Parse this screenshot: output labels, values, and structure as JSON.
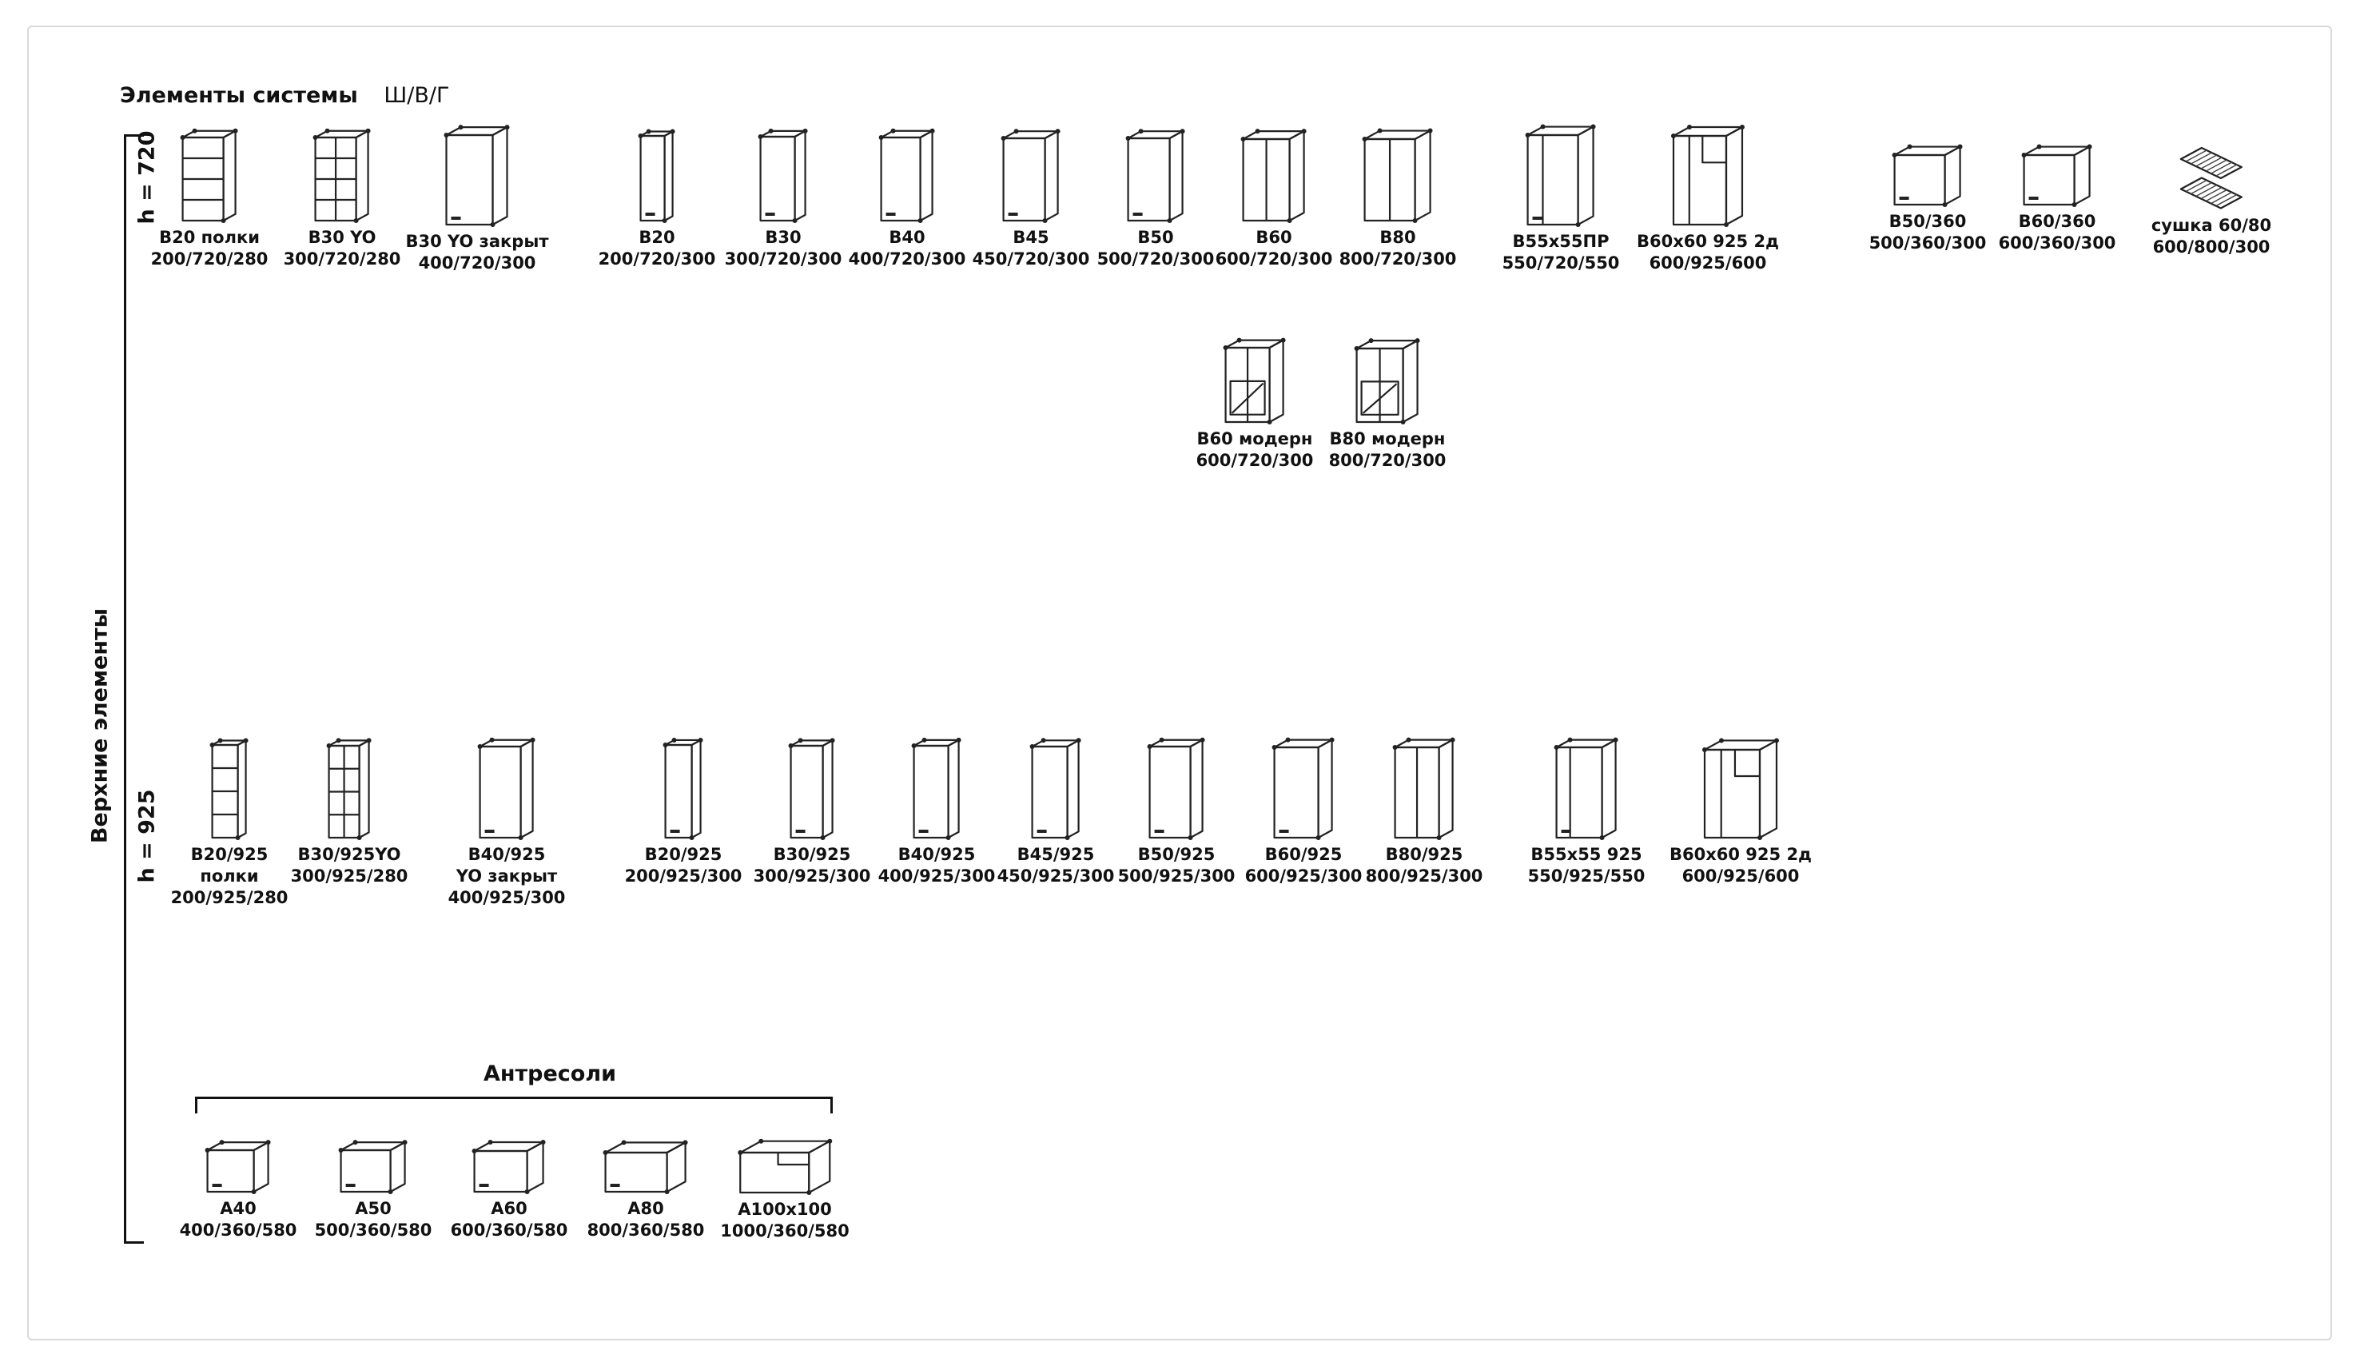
{
  "header": {
    "title": "Элементы системы",
    "units": "Ш/В/Г"
  },
  "side_label": "Верхние элементы",
  "row_labels": {
    "h720": "h = 720",
    "h925": "h = 925"
  },
  "antresoli_title": "Антресоли",
  "rows": {
    "h720": [
      {
        "icon": "open-shelf-icon",
        "name": "В20 полки",
        "dims": "200/720/280"
      },
      {
        "icon": "corner-end-shelf-icon",
        "name": "В30 YO",
        "dims": "300/720/280"
      },
      {
        "icon": "corner-end-closed-cabinet-icon",
        "name": "В30 YO закрыт",
        "dims": "400/720/300"
      },
      {
        "icon": "wall-cabinet-icon",
        "name": "В20",
        "dims": "200/720/300"
      },
      {
        "icon": "wall-cabinet-icon",
        "name": "В30",
        "dims": "300/720/300"
      },
      {
        "icon": "wall-cabinet-icon",
        "name": "В40",
        "dims": "400/720/300"
      },
      {
        "icon": "wall-cabinet-icon",
        "name": "В45",
        "dims": "450/720/300"
      },
      {
        "icon": "wall-cabinet-icon",
        "name": "В50",
        "dims": "500/720/300"
      },
      {
        "icon": "double-door-cabinet-icon",
        "name": "В60",
        "dims": "600/720/300"
      },
      {
        "icon": "double-door-cabinet-icon",
        "name": "В80",
        "dims": "800/720/300"
      },
      {
        "icon": "corner-angled-cabinet-icon",
        "name": "В55х55ПР",
        "dims": "550/720/550"
      },
      {
        "icon": "corner-l-cabinet-icon",
        "name": "В60х60 925 2д",
        "dims": "600/925/600"
      },
      {
        "icon": "low-cabinet-icon",
        "name": "В50/360",
        "dims": "500/360/300"
      },
      {
        "icon": "low-cabinet-icon",
        "name": "В60/360",
        "dims": "600/360/300"
      },
      {
        "icon": "dish-rack-icon",
        "name": "сушка 60/80",
        "dims": "600/800/300"
      }
    ],
    "modern": [
      {
        "icon": "glass-door-cabinet-icon",
        "name": "В60 модерн",
        "dims": "600/720/300"
      },
      {
        "icon": "glass-door-cabinet-icon",
        "name": "В80 модерн",
        "dims": "800/720/300"
      }
    ],
    "h925": [
      {
        "icon": "open-shelf-icon",
        "name": "В20/925",
        "name2": "полки",
        "dims": "200/925/280"
      },
      {
        "icon": "corner-end-shelf-icon",
        "name": "В30/925YO",
        "dims": "300/925/280"
      },
      {
        "icon": "corner-end-closed-cabinet-icon",
        "name": "В40/925",
        "name2": "YO закрыт",
        "dims": "400/925/300"
      },
      {
        "icon": "wall-cabinet-icon",
        "name": "В20/925",
        "dims": "200/925/300"
      },
      {
        "icon": "wall-cabinet-icon",
        "name": "В30/925",
        "dims": "300/925/300"
      },
      {
        "icon": "wall-cabinet-icon",
        "name": "В40/925",
        "dims": "400/925/300"
      },
      {
        "icon": "wall-cabinet-icon",
        "name": "В45/925",
        "dims": "450/925/300"
      },
      {
        "icon": "wall-cabinet-icon",
        "name": "В50/925",
        "dims": "500/925/300"
      },
      {
        "icon": "wall-cabinet-icon",
        "name": "В60/925",
        "dims": "600/925/300"
      },
      {
        "icon": "double-door-cabinet-icon",
        "name": "В80/925",
        "dims": "800/925/300"
      },
      {
        "icon": "corner-angled-cabinet-icon",
        "name": "В55х55 925",
        "dims": "550/925/550"
      },
      {
        "icon": "corner-l-cabinet-icon",
        "name": "В60х60 925 2д",
        "dims": "600/925/600"
      }
    ],
    "antresoli": [
      {
        "icon": "mezzanine-cabinet-icon",
        "name": "А40",
        "dims": "400/360/580"
      },
      {
        "icon": "mezzanine-cabinet-icon",
        "name": "А50",
        "dims": "500/360/580"
      },
      {
        "icon": "mezzanine-cabinet-icon",
        "name": "А60",
        "dims": "600/360/580"
      },
      {
        "icon": "mezzanine-cabinet-icon",
        "name": "А80",
        "dims": "800/360/580"
      },
      {
        "icon": "mezzanine-corner-icon",
        "name": "А100х100",
        "dims": "1000/360/580"
      }
    ]
  }
}
